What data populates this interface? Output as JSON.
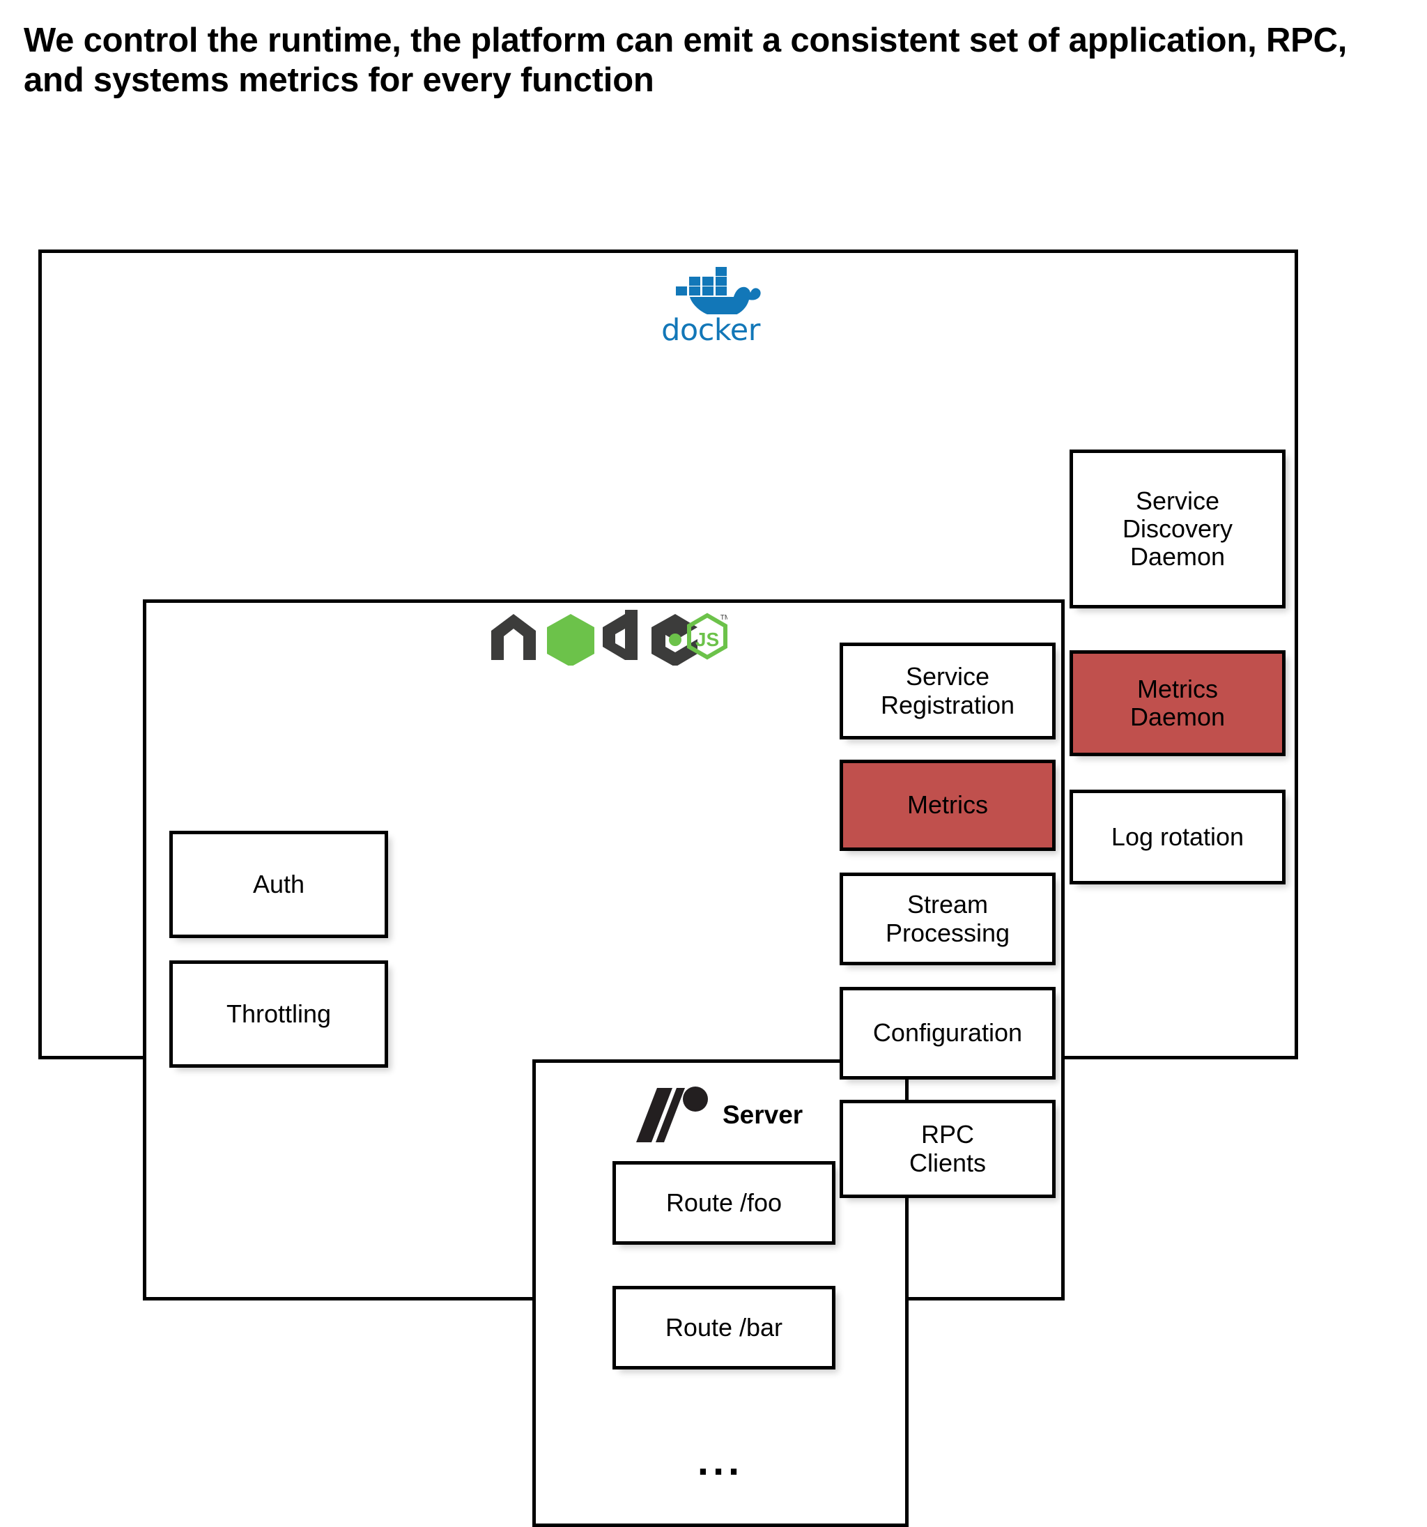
{
  "slide": {
    "title": "We control the runtime, the platform can emit a consistent set of application, RPC, and systems metrics for every function"
  },
  "colors": {
    "accent_red": "#C0504D",
    "docker_blue": "#1277B8",
    "node_green": "#6CC24A",
    "node_dark": "#3C3C3B",
    "border_black": "#000000"
  },
  "docker_container": {
    "logo_name": "docker-logo",
    "wordmark": "docker"
  },
  "node_container": {
    "logo_name": "nodejs-logo",
    "logo_text": "node JS"
  },
  "server_box": {
    "logo_name": "restify-logo",
    "label": "Server",
    "routes": [
      {
        "label": "Route /foo"
      },
      {
        "label": "Route /bar"
      }
    ],
    "ellipsis": "..."
  },
  "left_column": {
    "boxes": [
      {
        "label": "Auth",
        "highlighted": false
      },
      {
        "label": "Throttling",
        "highlighted": false
      }
    ]
  },
  "middle_column": {
    "boxes": [
      {
        "label": "Service\nRegistration",
        "highlighted": false
      },
      {
        "label": "Metrics",
        "highlighted": true
      },
      {
        "label": "Stream\nProcessing",
        "highlighted": false
      },
      {
        "label": "Configuration",
        "highlighted": false
      },
      {
        "label": "RPC\nClients",
        "highlighted": false
      }
    ]
  },
  "right_column": {
    "boxes": [
      {
        "label": "Service\nDiscovery\nDaemon",
        "highlighted": false
      },
      {
        "label": "Metrics\nDaemon",
        "highlighted": true
      },
      {
        "label": "Log rotation",
        "highlighted": false
      }
    ]
  }
}
